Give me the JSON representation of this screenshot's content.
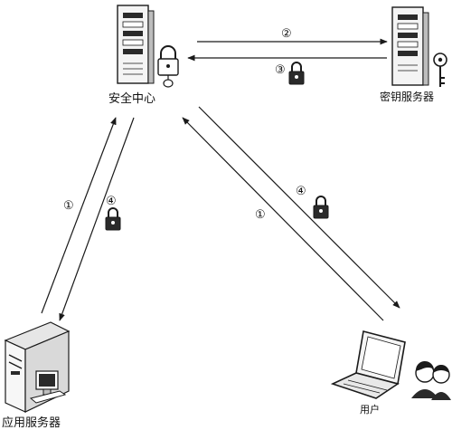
{
  "nodes": {
    "security_center": "安全中心",
    "key_server": "密钥服务器",
    "app_server": "应用服务器",
    "user": "用户"
  },
  "steps": {
    "step1": "①",
    "step2": "②",
    "step3": "③",
    "step4": "④"
  },
  "colors": {
    "stroke": "#1a1a1a",
    "fill_light": "#ffffff",
    "fill_gray": "#cfcfcf",
    "fill_dark": "#2a2a2a"
  }
}
